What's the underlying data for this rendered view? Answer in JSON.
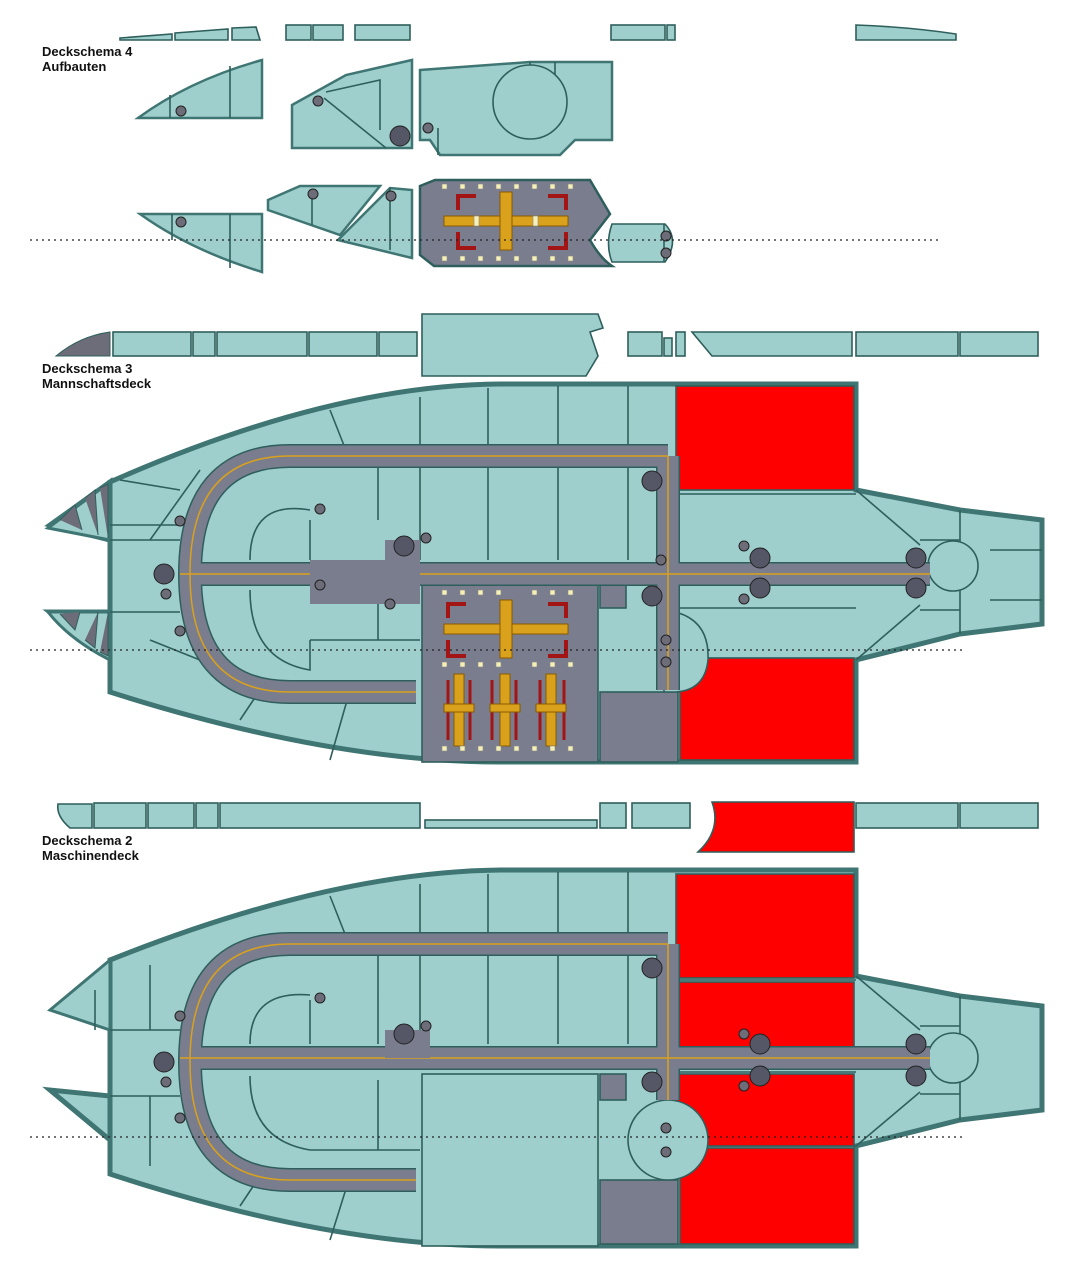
{
  "labels": {
    "deck4": {
      "title": "Deckschema 4",
      "subtitle": "Aufbauten"
    },
    "deck3": {
      "title": "Deckschema 3",
      "subtitle": "Mannschaftsdeck"
    },
    "deck2": {
      "title": "Deckschema 2",
      "subtitle": "Maschinendeck"
    }
  },
  "colors": {
    "room": "#9ecfcd",
    "outline": "#2f5f5c",
    "corridor": "#7a7d8e",
    "corridor_line": "#d9a11c",
    "engine_room": "#ff0000",
    "bay_bracket": "#a31515"
  }
}
